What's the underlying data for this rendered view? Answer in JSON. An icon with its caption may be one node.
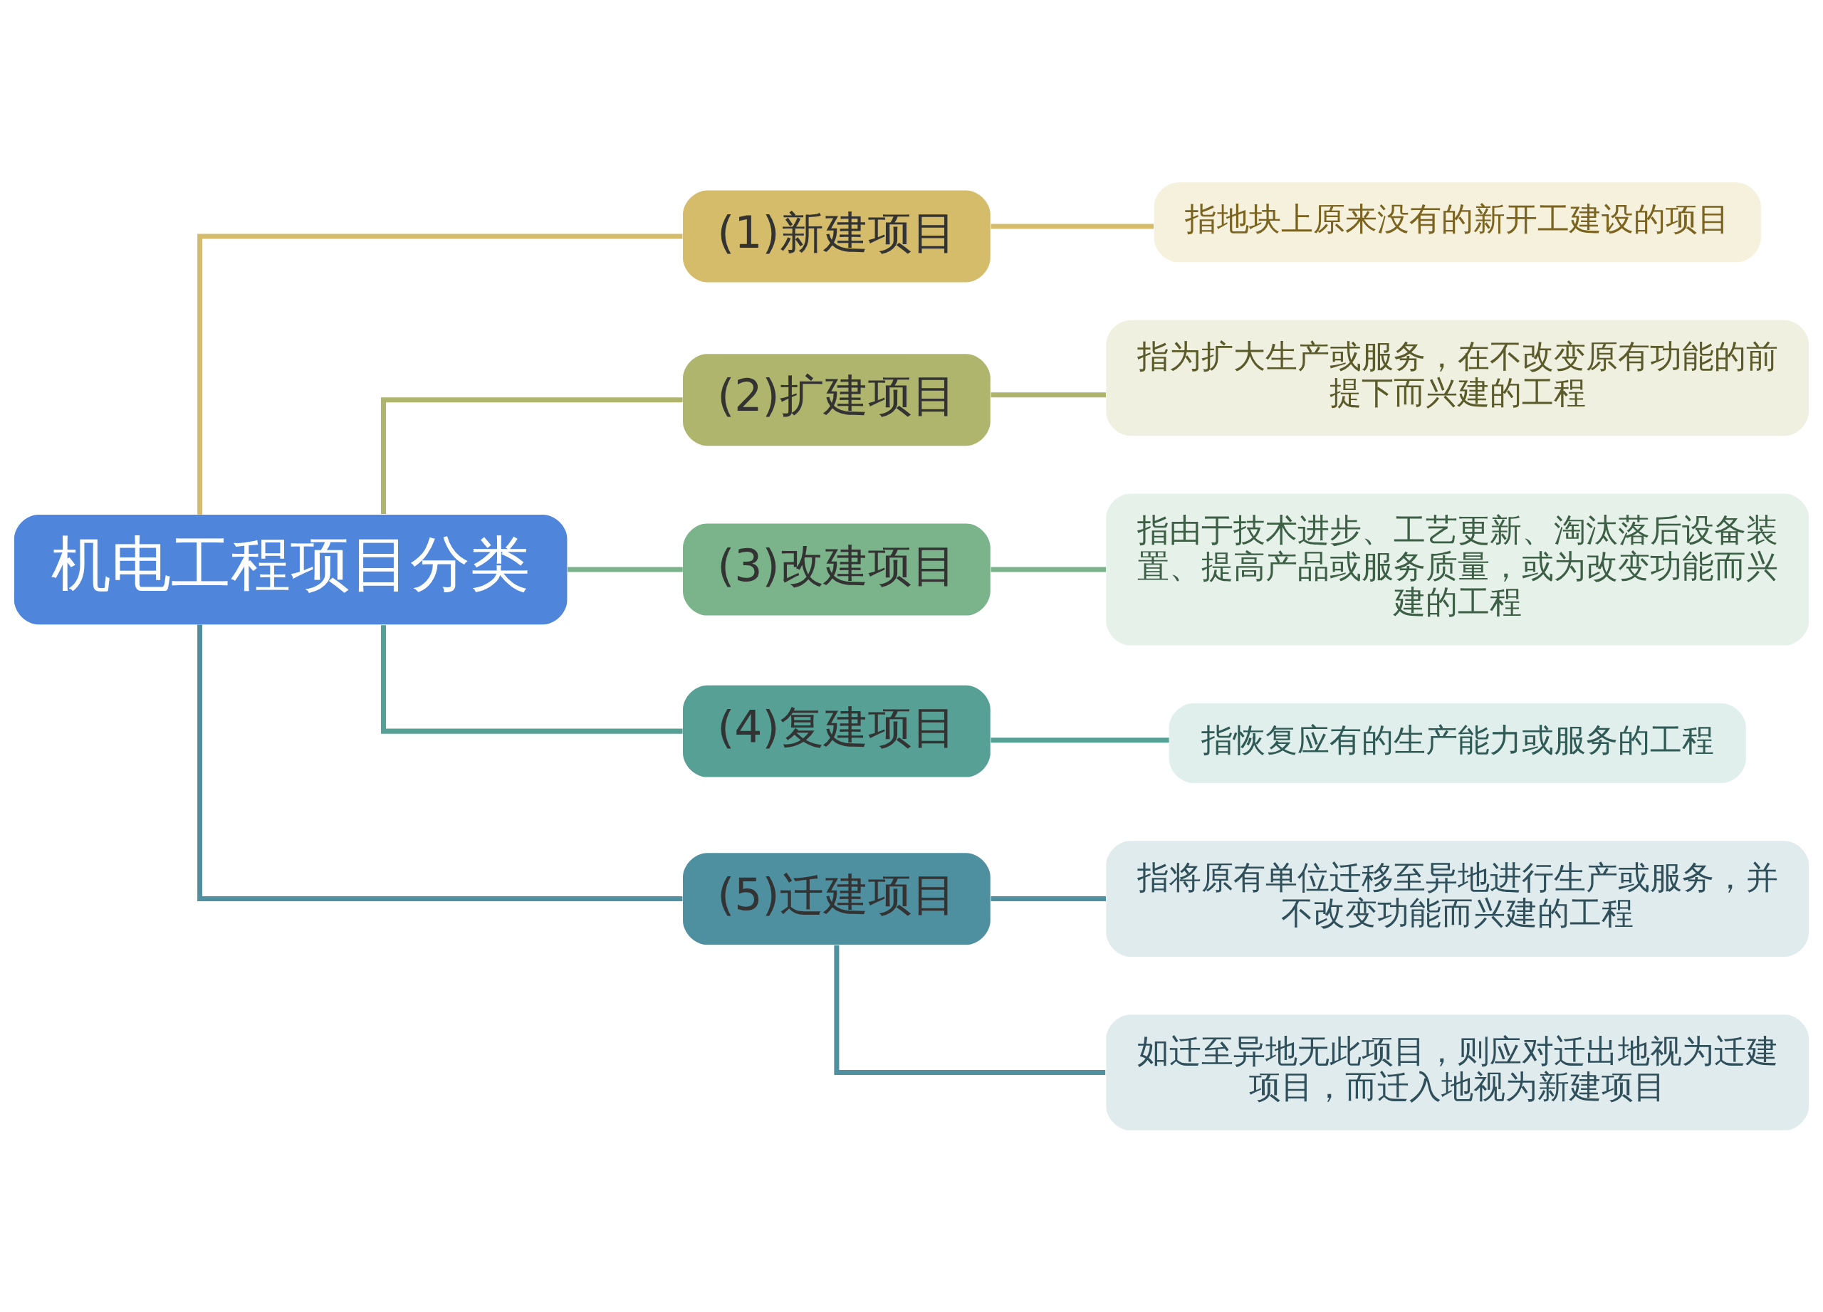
{
  "diagram": {
    "nodes": [
      {
        "text": [
          "机电工程项目分类"
        ]
      },
      {
        "text": [
          "(1)新建项目"
        ]
      },
      {
        "text": [
          "(2)扩建项目"
        ]
      },
      {
        "text": [
          "(3)改建项目"
        ]
      },
      {
        "text": [
          "(4)复建项目"
        ]
      },
      {
        "text": [
          "(5)迁建项目"
        ]
      },
      {
        "text": [
          "指地块上原来没有的新开工建设的项目"
        ]
      },
      {
        "text": [
          "指为扩大生产或服务，在不改变原有功能的前提下而兴建的工程"
        ]
      },
      {
        "text": [
          "指由于技术进步、工艺更新、淘汰落后设备装置、提高产品或服务质量，或为改变功能而兴建的工程"
        ]
      },
      {
        "text": [
          "指恢复应有的生产能力或服务的工程"
        ]
      },
      {
        "text": [
          "指将原有单位迁移至异地进行生产或服务，并不改变功能而兴建的工程"
        ]
      },
      {
        "text": [
          "如迁至异地无此项目，则应对迁出地视为迁建项目，而迁入地视为新建项目"
        ]
      }
    ],
    "edges": [
      {
        "from": 0,
        "to": 1,
        "arrow": "none",
        "color": "#d4bc6a"
      },
      {
        "from": 0,
        "to": 2,
        "arrow": "none",
        "color": "#afb56c"
      },
      {
        "from": 0,
        "to": 3,
        "arrow": "none",
        "color": "#7bb38a"
      },
      {
        "from": 0,
        "to": 4,
        "arrow": "none",
        "color": "#56a096"
      },
      {
        "from": 0,
        "to": 5,
        "arrow": "none",
        "color": "#4e8fa0"
      },
      {
        "from": 1,
        "to": 6,
        "arrow": "none",
        "color": "#d4bc6a"
      },
      {
        "from": 2,
        "to": 7,
        "arrow": "none",
        "color": "#afb56c"
      },
      {
        "from": 3,
        "to": 8,
        "arrow": "none",
        "color": "#7bb38a"
      },
      {
        "from": 4,
        "to": 9,
        "arrow": "none",
        "color": "#56a096"
      },
      {
        "from": 5,
        "to": 10,
        "arrow": "none",
        "color": "#4e8fa0"
      },
      {
        "from": 5,
        "to": 11,
        "arrow": "none",
        "color": "#4e8fa0"
      }
    ]
  }
}
